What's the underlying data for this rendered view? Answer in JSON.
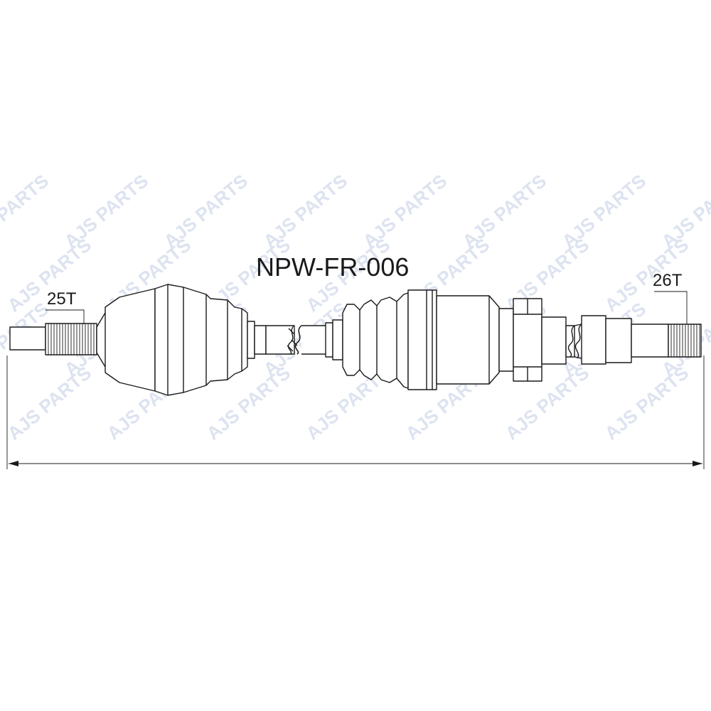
{
  "drawing": {
    "part_number": "NPW-FR-006",
    "left_spline": "25T",
    "right_spline": "26T",
    "watermark": "AJS PARTS"
  },
  "colors": {
    "line": "#1a1a1a",
    "background": "#ffffff",
    "watermark": "#dde3f0"
  }
}
